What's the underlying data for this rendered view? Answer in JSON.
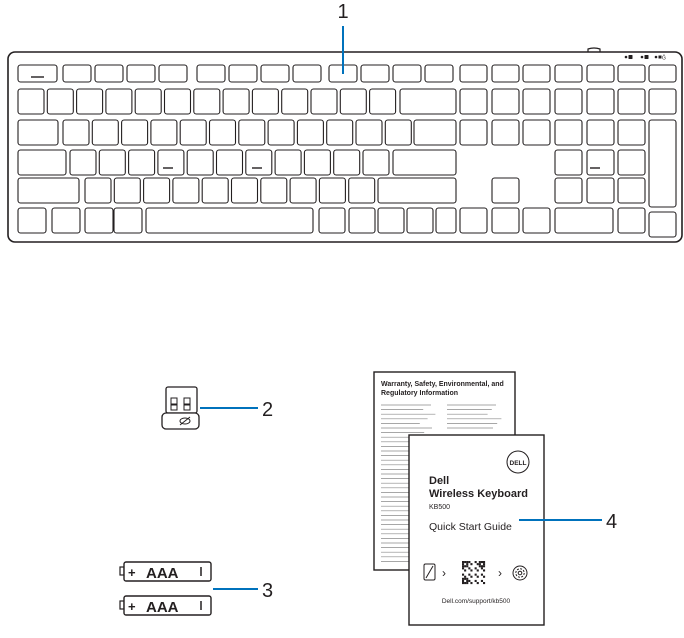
{
  "callouts": {
    "c1": "1",
    "c2": "2",
    "c3": "3",
    "c4": "4"
  },
  "battery": {
    "plus": "+",
    "label": "AAA"
  },
  "warranty": {
    "title_line1": "Warranty, Safety, Environmental, and",
    "title_line2": "Regulatory Information"
  },
  "guide": {
    "brand": "Dell",
    "product": "Wireless Keyboard",
    "model": "KB500",
    "title": "Quick Start Guide",
    "url": "Dell.com/support/kb500",
    "logo_text": "DELL",
    "arrow": "›"
  },
  "colors": {
    "line": "#231f20",
    "accent": "#0072bc",
    "paper": "#ffffff"
  }
}
